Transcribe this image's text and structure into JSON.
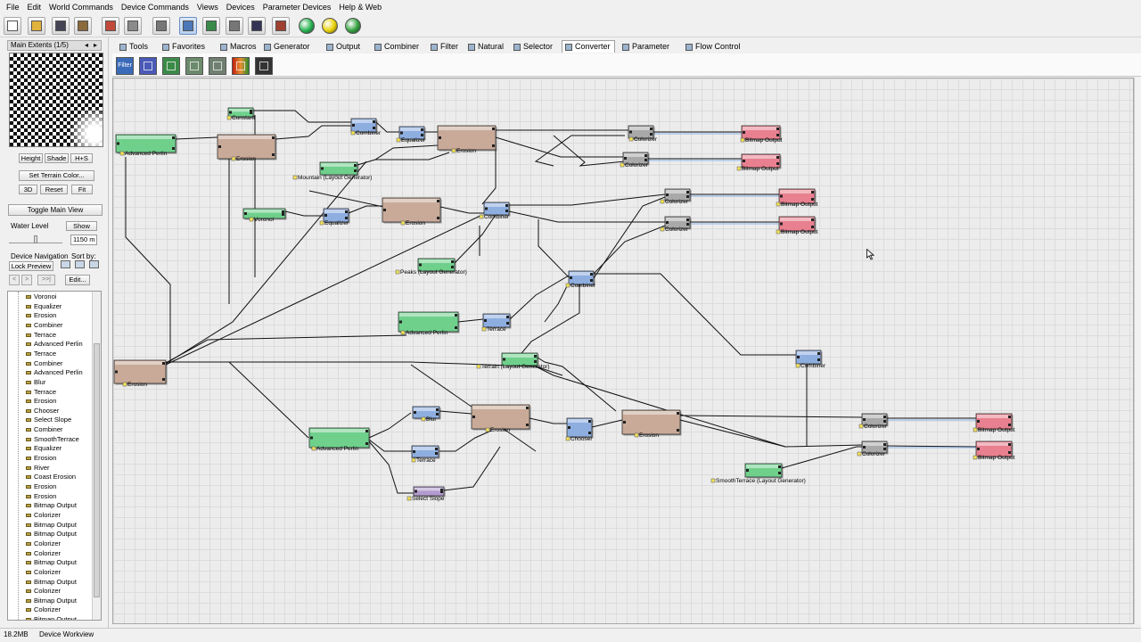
{
  "menu": [
    "File",
    "Edit",
    "World Commands",
    "Device Commands",
    "Views",
    "Devices",
    "Parameter Devices",
    "Help & Web"
  ],
  "toolbar_icons": [
    "new-icon",
    "open-icon",
    "save-icon",
    "build-icon",
    "report-icon",
    "settings-icon",
    "dice-icon",
    "workview-icon",
    "grid-icon",
    "layout-icon",
    "view-icon",
    "render-icon",
    "tools-icon"
  ],
  "status_balls": [
    {
      "name": "build-status-green",
      "color": "#22b14c"
    },
    {
      "name": "build-status-yellow",
      "color": "#e8d000"
    },
    {
      "name": "build-status-globe",
      "color": "#2f9e3a"
    }
  ],
  "left_panel": {
    "extents_label": "Main Extents (1/5)",
    "btn_height": "Height",
    "btn_shade": "Shade",
    "btn_hs": "H+S",
    "btn_set_terrain": "Set Terrain Color...",
    "btn_3d": "3D",
    "btn_reset": "Reset",
    "btn_fit": "Fit",
    "btn_toggle": "Toggle Main View",
    "water_label": "Water Level",
    "btn_show": "Show",
    "water_value": "1150 m",
    "devnav_label": "Device Navigation",
    "sortby_label": "Sort by:",
    "btn_lock": "Lock Preview",
    "btn_edit": "Edit...",
    "tree_items": [
      "Voronoi",
      "Equalizer",
      "Erosion",
      "Combiner",
      "Terrace",
      "Advanced Perlin",
      "Terrace",
      "Combiner",
      "Advanced Perlin",
      "Blur",
      "Terrace",
      "Erosion",
      "Chooser",
      "Select Slope",
      "Combiner",
      "SmoothTerrace",
      "Equalizer",
      "Erosion",
      "River",
      "Coast Erosion",
      "Erosion",
      "Erosion",
      "Bitmap Output",
      "Colorizer",
      "Bitmap Output",
      "Bitmap Output",
      "Colorizer",
      "Colorizer",
      "Bitmap Output",
      "Colorizer",
      "Bitmap Output",
      "Colorizer",
      "Bitmap Output",
      "Colorizer",
      "Bitmap Output"
    ]
  },
  "tabs": [
    "Tools",
    "Favorites",
    "Macros",
    "Generator",
    "Output",
    "Combiner",
    "Filter",
    "Natural",
    "Selector",
    "Converter",
    "Parameter",
    "Flow Control"
  ],
  "active_tab": "Converter",
  "device_toolbar": {
    "first_label": "Filter",
    "icons": [
      "filter-icon",
      "convert-icon",
      "map-icon",
      "split-icon",
      "layer-icon",
      "gradient-icon",
      "mesh-icon"
    ]
  },
  "nodes": [
    {
      "label": "Constant",
      "type": "gen"
    },
    {
      "label": "Advanced Perlin",
      "type": "gen"
    },
    {
      "label": "Erosion",
      "type": "nat"
    },
    {
      "label": "Combiner",
      "type": "cmb"
    },
    {
      "label": "Equalizer",
      "type": "cmb"
    },
    {
      "label": "Erosion",
      "type": "nat"
    },
    {
      "label": "Colorizer",
      "type": "cnv"
    },
    {
      "label": "Bitmap Output",
      "type": "out"
    },
    {
      "label": "Mountain (Layout Generator)",
      "type": "gen"
    },
    {
      "label": "Colorizer",
      "type": "cnv"
    },
    {
      "label": "Bitmap Output",
      "type": "out"
    },
    {
      "label": "Voronoi",
      "type": "gen"
    },
    {
      "label": "Equalizer",
      "type": "cmb"
    },
    {
      "label": "Erosion",
      "type": "nat"
    },
    {
      "label": "Combiner",
      "type": "cmb"
    },
    {
      "label": "Colorizer",
      "type": "cnv"
    },
    {
      "label": "Bitmap Output",
      "type": "out"
    },
    {
      "label": "Colorizer",
      "type": "cnv"
    },
    {
      "label": "Bitmap Output",
      "type": "out"
    },
    {
      "label": "Peaks (Layout Generator)",
      "type": "gen"
    },
    {
      "label": "Combiner",
      "type": "cmb"
    },
    {
      "label": "Advanced Perlin",
      "type": "gen"
    },
    {
      "label": "Terrace",
      "type": "cmb"
    },
    {
      "label": "Erosion",
      "type": "nat"
    },
    {
      "label": "Terrain (Layout Generator)",
      "type": "gen"
    },
    {
      "label": "Combiner",
      "type": "cmb"
    },
    {
      "label": "Advanced Perlin",
      "type": "gen"
    },
    {
      "label": "Blur",
      "type": "cmb"
    },
    {
      "label": "Terrace",
      "type": "cmb"
    },
    {
      "label": "Select Slope",
      "type": "sel"
    },
    {
      "label": "Erosion",
      "type": "nat"
    },
    {
      "label": "Chooser",
      "type": "cmb"
    },
    {
      "label": "Erosion",
      "type": "nat"
    },
    {
      "label": "Colorizer",
      "type": "cnv"
    },
    {
      "label": "Bitmap Output",
      "type": "out"
    },
    {
      "label": "Colorizer",
      "type": "cnv"
    },
    {
      "label": "Bitmap Output",
      "type": "out"
    },
    {
      "label": "SmoothTerrace (Layout Generator)",
      "type": "gen"
    }
  ],
  "node_colors": {
    "gen": "#6fd08c",
    "nat": "#c9aa98",
    "cmb": "#8eaee0",
    "cnv": "#a9a9a9",
    "out": "#e8808f",
    "sel": "#b39bcf"
  },
  "status": {
    "memory": "18.2MB",
    "view": "Device Workview"
  }
}
